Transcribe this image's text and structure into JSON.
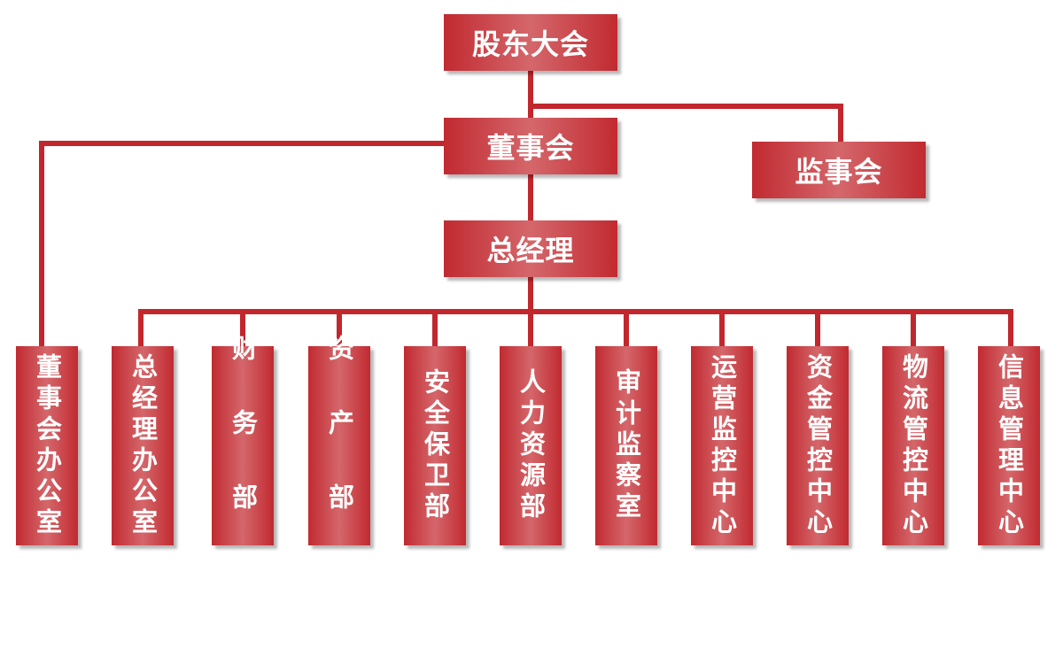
{
  "top": {
    "shareholders": "股东大会",
    "board": "董事会",
    "supervisory_board": "监事会",
    "general_manager": "总经理"
  },
  "departments": [
    {
      "label": "董事会办公室"
    },
    {
      "label": "总经理办公室"
    },
    {
      "label": "财务部"
    },
    {
      "label": "资产部"
    },
    {
      "label": "安全保卫部"
    },
    {
      "label": "人力资源部"
    },
    {
      "label": "审计监察室"
    },
    {
      "label": "运营监控中心"
    },
    {
      "label": "资金管控中心"
    },
    {
      "label": "物流管控中心"
    },
    {
      "label": "信息管理中心"
    }
  ],
  "colors": {
    "box_fill": "#c12a30",
    "box_highlight": "#d4676b",
    "connector": "#c1272d",
    "text": "#ffffff"
  }
}
